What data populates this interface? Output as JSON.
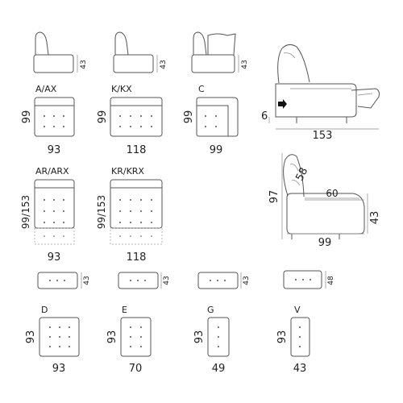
{
  "top_row": {
    "armrest_side_height": "43",
    "armrest_side_height_2": "43",
    "corner_side_height": "43"
  },
  "modules": {
    "a": {
      "name": "A/AX",
      "depth": "99",
      "width": "93"
    },
    "k": {
      "name": "K/KX",
      "depth": "99",
      "width": "118"
    },
    "c": {
      "name": "C",
      "depth": "99",
      "width": "99"
    },
    "ar": {
      "name": "AR/ARX",
      "depth": "99/153",
      "width": "93"
    },
    "kr": {
      "name": "KR/KRX",
      "depth": "99/153",
      "width": "118"
    }
  },
  "recliner_view": {
    "leg_height": "6",
    "extended_length": "153"
  },
  "side_view": {
    "total_height": "97",
    "back_height": "58",
    "seat_depth": "60",
    "seat_height": "43",
    "total_depth": "99"
  },
  "ottoman_heights": {
    "d": "43",
    "e": "43",
    "g": "43",
    "v": "48"
  },
  "ottomans": {
    "d": {
      "name": "D",
      "depth": "93",
      "width": "93"
    },
    "e": {
      "name": "E",
      "depth": "93",
      "width": "70"
    },
    "g": {
      "name": "G",
      "depth": "93",
      "width": "49"
    },
    "v": {
      "name": "V",
      "depth": "93",
      "width": "43"
    }
  }
}
